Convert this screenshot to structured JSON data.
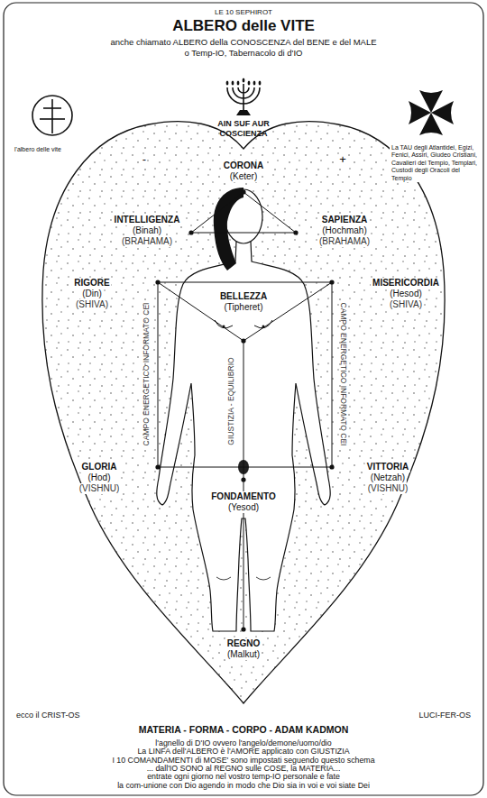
{
  "diagram": {
    "title": "ALBERO delle VITE",
    "labels": [
      "LE 10 SEPHIROT",
      "anche chiamato ALBERO della CONOSCENZA del BENE e del MALE",
      "o Temp-IO, Tabernacolo di d'IO",
      "l'albero delle vite",
      "La TAU degli Atlantidei, Egizi, Fenici, Assiri, Giudeo Cristiani, Cavalieri del Tempio, Templari, Custodi degli Oracoli del Tempio",
      "AIN SUF AUR",
      "COSCIENZA",
      "-",
      "+",
      "CORONA",
      "(Keter)",
      "INTELLIGENZA",
      "(Binah)",
      "(BRAHAMA)",
      "SAPIENZA",
      "(Hochmah)",
      "(BRAHAMA)",
      "RIGORE",
      "(Din)",
      "(SHIVA)",
      "MISERICORDIA",
      "(Hesod)",
      "(SHIVA)",
      "BELLEZZA",
      "(Tipheret)",
      "CAMPO ENERGETICO INFORMATO CEI",
      "CAMPO ENERGETICO INFORMATO CEI",
      "GIUSTIZIA - EQUILIBRIO",
      "GLORIA",
      "(Hod)",
      "(VISHNU)",
      "VITTORIA",
      "(Netzah)",
      "(VISHNU)",
      "FONDAMENTO",
      "(Yesod)",
      "REGNO",
      "(Malkut)",
      "ecco il CRIST-OS",
      "LUCI-FER-OS",
      "MATERIA - FORMA - CORPO - ADAM KADMON",
      "l'agnello di D'IO ovvero l'angelo/demone/uomo/dio",
      "La LINFA dell'ALBERO è l'AMORE applicato con GIUSTIZIA",
      "I 10 COMANDAMENTI di MOSE' sono impostati seguendo questo schema",
      "... dall'IO SONO al REGNO sulle COSE, la MATERIA...",
      "entrate ogni giorno nel vostro temp-IO personale e fate",
      "la com-unione con Dio agendo in modo che Dio sia in voi e voi siate Dei"
    ]
  }
}
